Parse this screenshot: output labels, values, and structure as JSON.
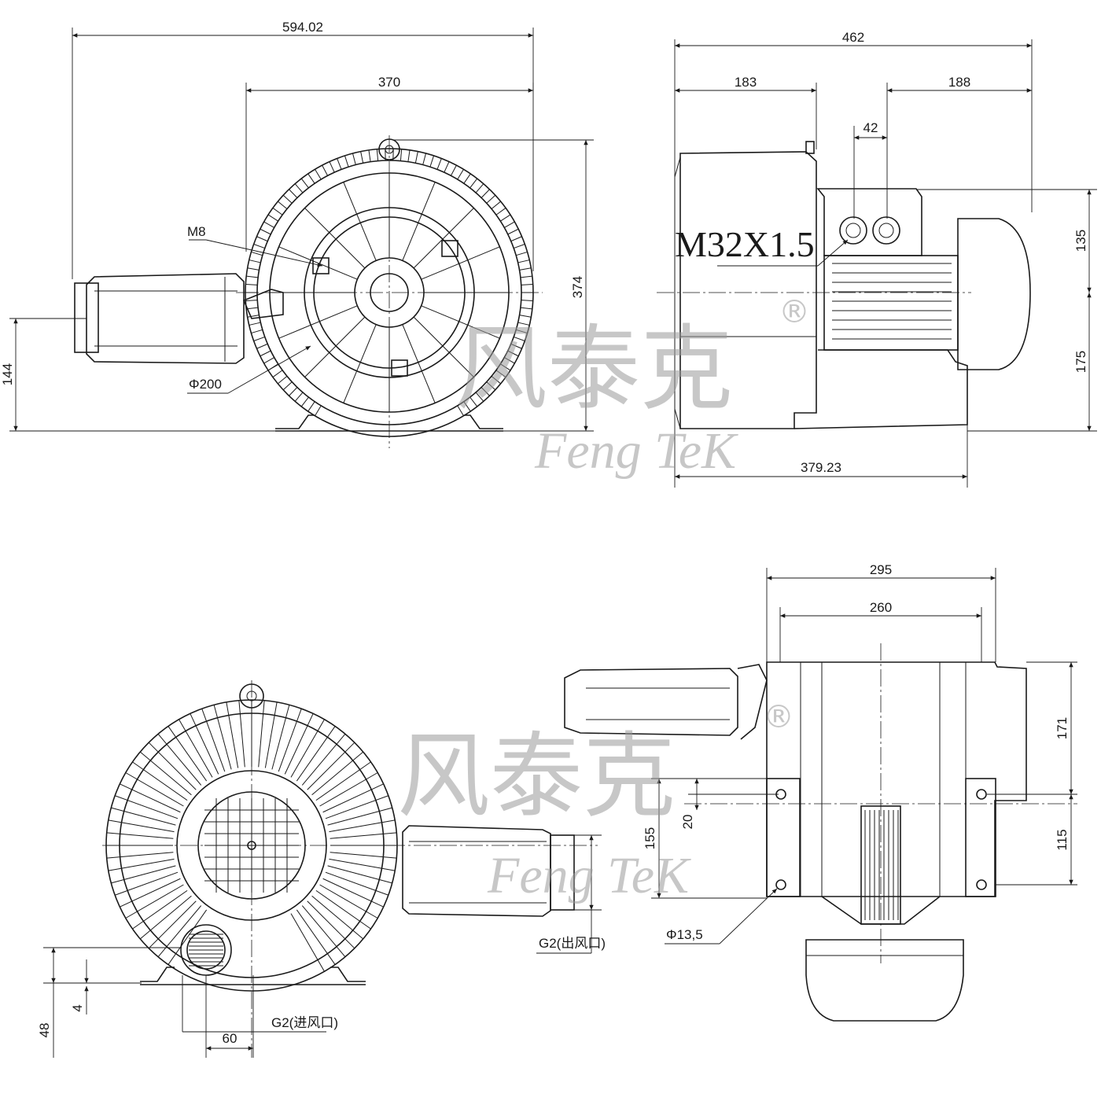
{
  "watermark": {
    "chinese": "风泰克",
    "latin": "Feng  TeK",
    "registered": "®"
  },
  "front_view": {
    "dim_total_length": "594.02",
    "dim_housing_width": "370",
    "dim_height": "374",
    "dim_axis_height": "144",
    "label_thread": "M8",
    "label_diameter": "Φ200"
  },
  "side_view": {
    "dim_total_width": "462",
    "dim_left": "183",
    "dim_right": "188",
    "dim_gland_spacing": "42",
    "dim_upper_height": "135",
    "dim_lower_height": "175",
    "dim_base_length": "379.23",
    "label_cable_gland": "M32X1.5"
  },
  "rear_view": {
    "dim_inlet_width": "60",
    "dim_base_height": "48",
    "dim_foot_thickness": "4",
    "label_outlet": "G2(出风口)",
    "label_inlet": "G2(进风口)"
  },
  "top_view": {
    "dim_outer_width": "295",
    "dim_inner_width": "260",
    "dim_upper": "171",
    "dim_lower": "115",
    "dim_mount": "155",
    "dim_offset": "20",
    "label_hole": "Φ13,5"
  }
}
